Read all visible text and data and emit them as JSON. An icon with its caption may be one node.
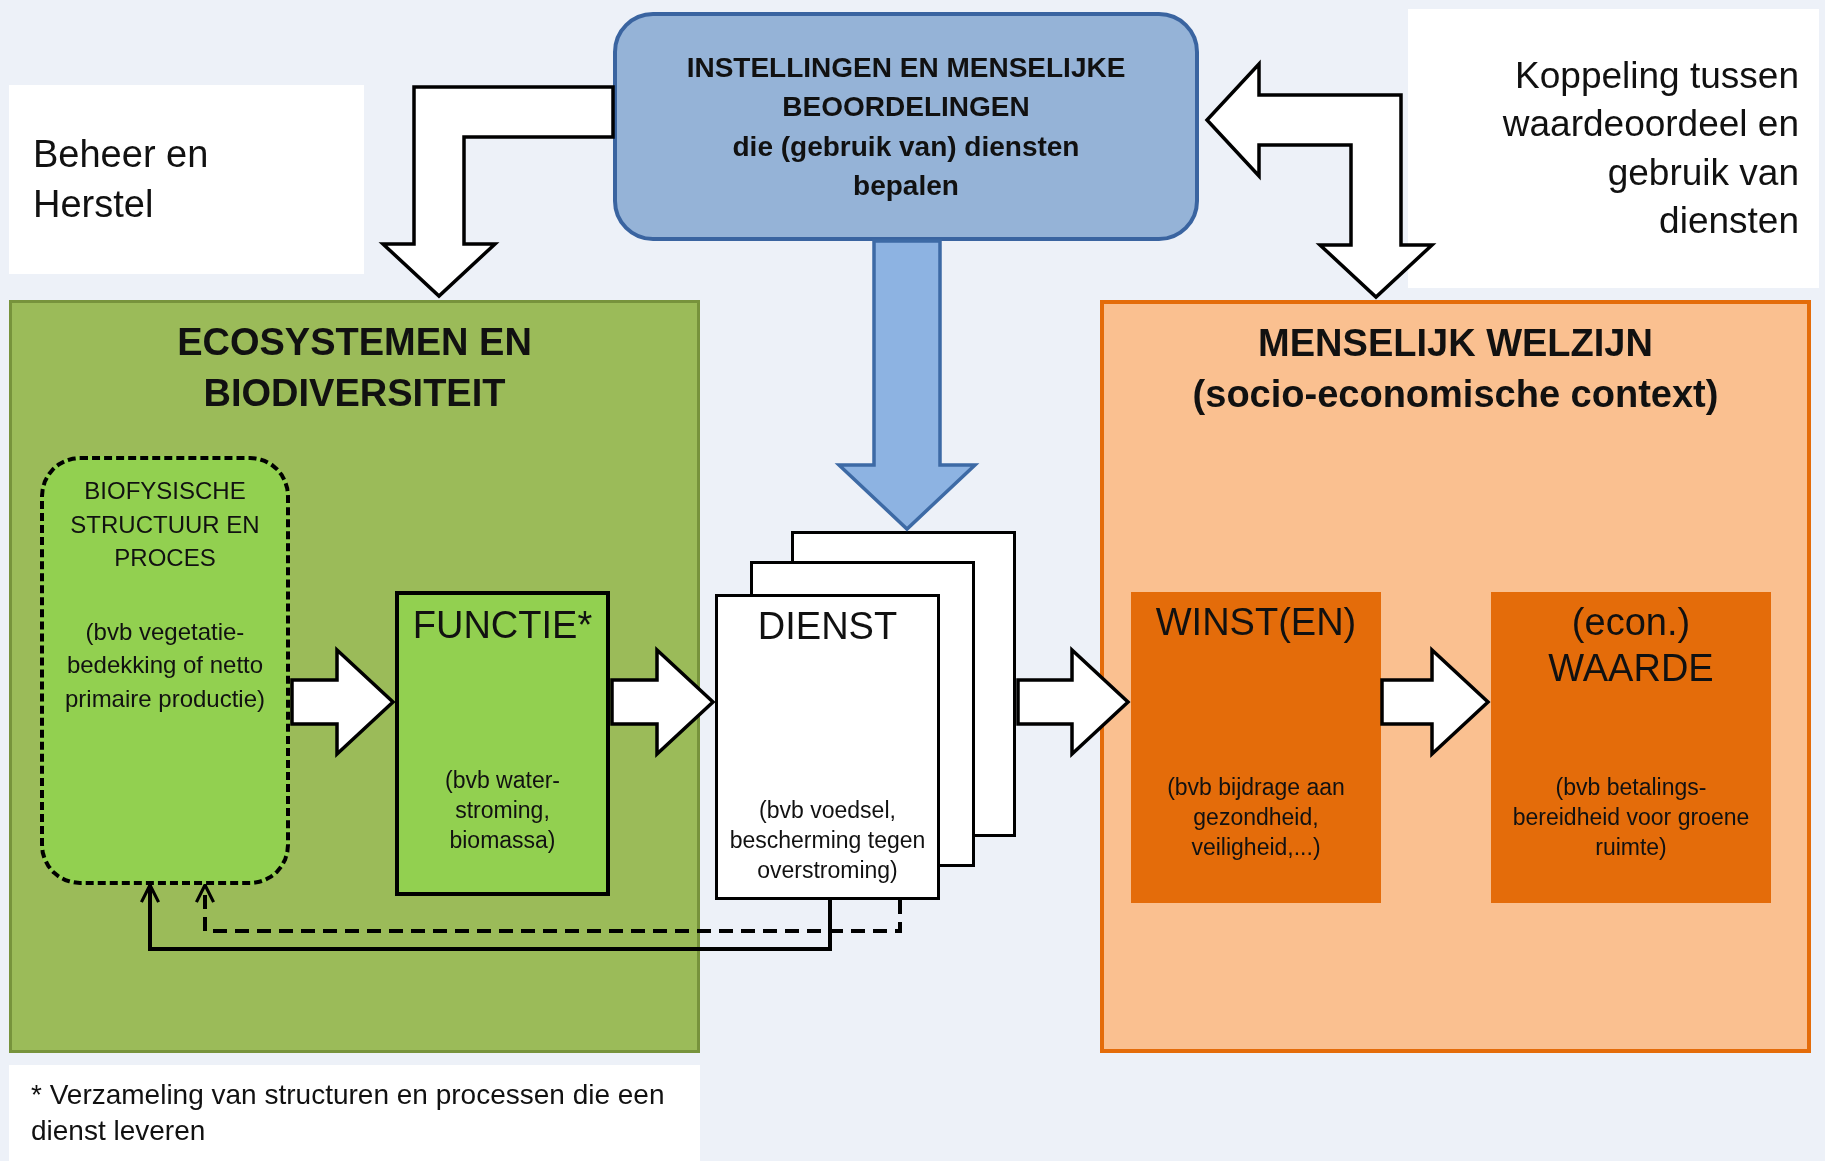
{
  "diagram": {
    "nodes": [
      {
        "text": [
          "Beheer en Herstel"
        ]
      },
      {
        "text": [
          "INSTELLINGEN EN MENSELIJKE BEOORDELINGEN",
          "die (gebruik van) diensten bepalen"
        ]
      },
      {
        "text": [
          "Koppeling tussen waardeoordeel en gebruik van diensten"
        ]
      },
      {
        "text": [
          "ECOSYSTEMEN EN BIODIVERSITEIT"
        ]
      },
      {
        "text": [
          "BIOFYSISCHE STRUCTUUR EN PROCES",
          "(bvb vegetatie-bedekking of netto primaire productie)"
        ],
        "in": 3
      },
      {
        "text": [
          "FUNCTIE*",
          "(bvb water-stroming, biomassa)"
        ],
        "in": 3
      },
      {
        "text": [
          "DIENST",
          "(bvb voedsel, bescherming tegen overstroming)"
        ]
      },
      {
        "text": [
          "MENSELIJK WELZIJN",
          "(socio-economische context)"
        ]
      },
      {
        "text": [
          "WINST(EN)",
          "(bvb bijdrage aan gezondheid, veiligheid,...)"
        ],
        "in": 7
      },
      {
        "text": [
          "(econ.) WAARDE",
          "(bvb betalings-bereidheid voor groene ruimte)"
        ],
        "in": 7
      },
      {
        "text": [
          "* Verzameling van structuren en processen die een dienst leveren"
        ]
      }
    ],
    "edges": [
      {
        "from": 1,
        "to": 3,
        "arrow": "to",
        "style": "thick"
      },
      {
        "from": 1,
        "to": 7,
        "arrow": "both",
        "style": "thick"
      },
      {
        "from": 1,
        "to": 6,
        "arrow": "to",
        "style": "thick",
        "color": "#8db3e2"
      },
      {
        "from": 4,
        "to": 5,
        "arrow": "to",
        "style": "thick"
      },
      {
        "from": 5,
        "to": 6,
        "arrow": "to",
        "style": "thick"
      },
      {
        "from": 6,
        "to": 8,
        "arrow": "to",
        "style": "thick"
      },
      {
        "from": 8,
        "to": 9,
        "arrow": "to",
        "style": "thick"
      },
      {
        "from": 6,
        "to": 4,
        "arrow": "to"
      },
      {
        "from": 6,
        "to": 4,
        "arrow": "to",
        "style": "dashed"
      }
    ]
  }
}
